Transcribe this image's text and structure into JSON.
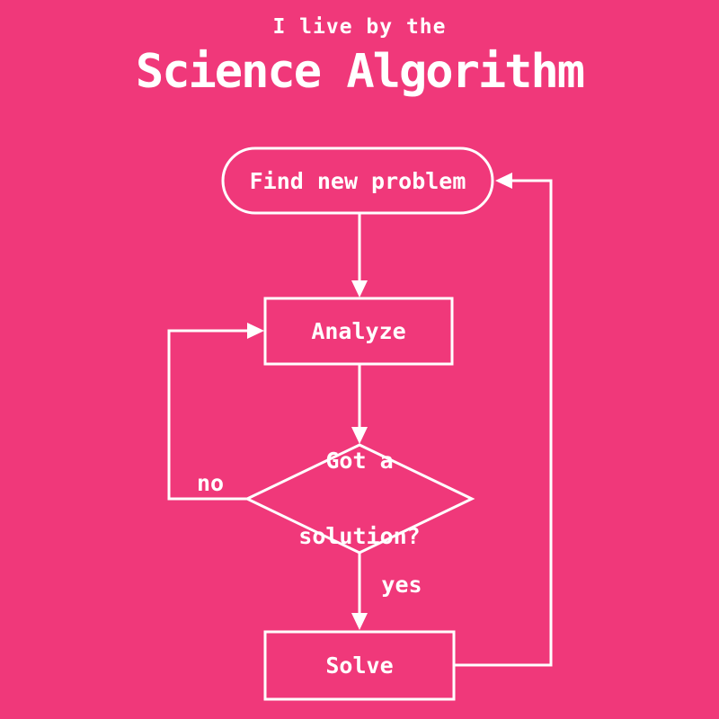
{
  "poster": {
    "background_color": "#F0387A",
    "line_color": "#FFFFFF",
    "header": {
      "subtitle": "I live by the",
      "title": "Science Algorithm"
    }
  },
  "flowchart": {
    "nodes": [
      {
        "id": "start",
        "shape": "stadium",
        "label": "Find new problem"
      },
      {
        "id": "analyze",
        "shape": "rect",
        "label": "Analyze"
      },
      {
        "id": "decision",
        "shape": "diamond",
        "label": "Got a solution?",
        "label_lines": [
          "Got a",
          "solution?"
        ]
      },
      {
        "id": "solve",
        "shape": "rect",
        "label": "Solve"
      }
    ],
    "edges": [
      {
        "from": "start",
        "to": "analyze",
        "label": ""
      },
      {
        "from": "analyze",
        "to": "decision",
        "label": ""
      },
      {
        "from": "decision",
        "to": "analyze",
        "label": "no"
      },
      {
        "from": "decision",
        "to": "solve",
        "label": "yes"
      },
      {
        "from": "solve",
        "to": "start",
        "label": ""
      }
    ]
  }
}
